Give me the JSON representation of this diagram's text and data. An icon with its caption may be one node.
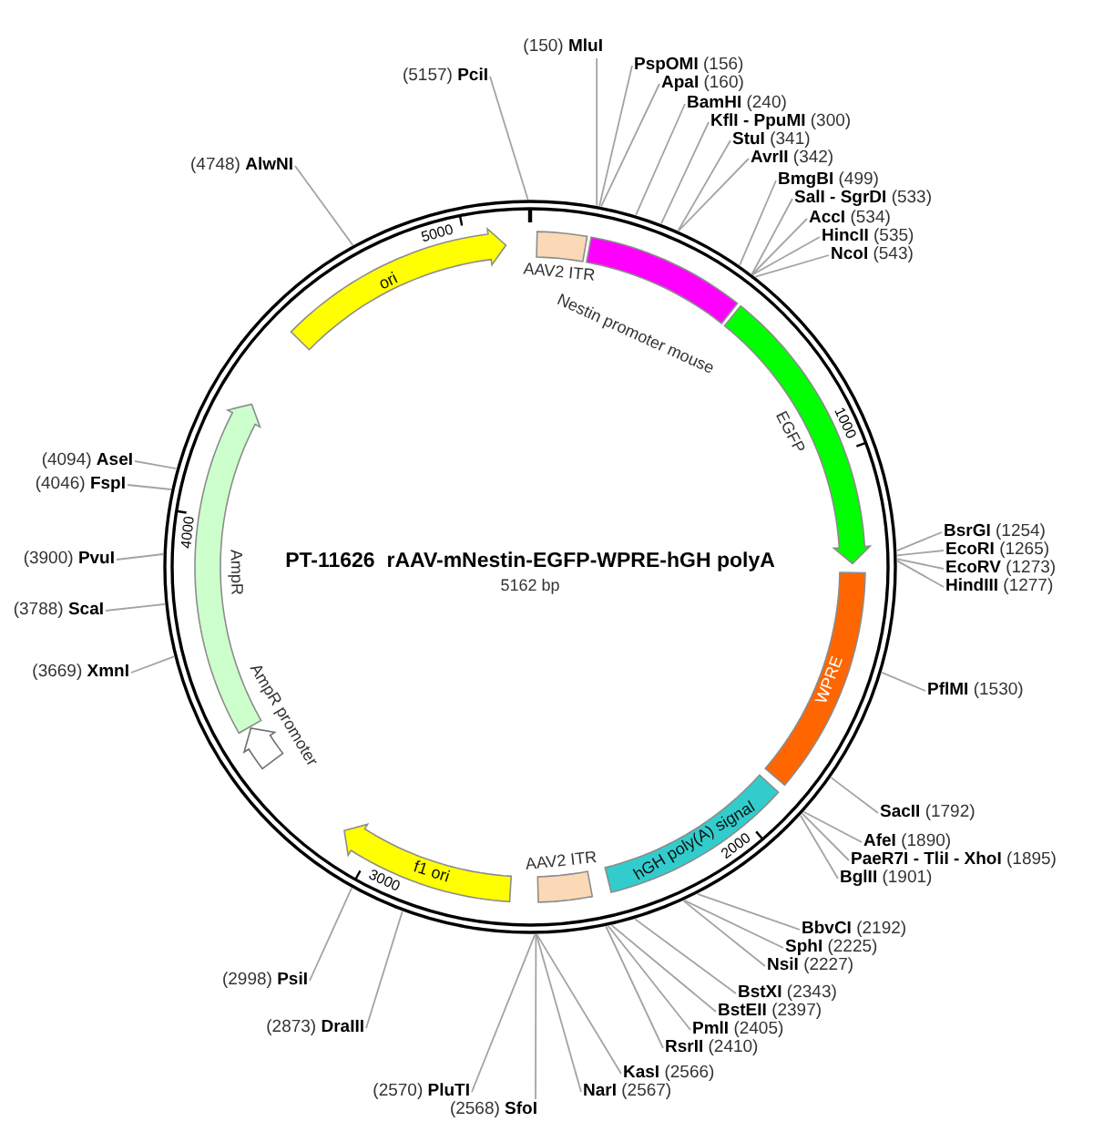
{
  "diagram": {
    "title": "PT-11626  rAAV-mNestin-EGFP-WPRE-hGH polyA",
    "nodes": [
      {
        "text": [
          "AAV2 ITR"
        ]
      },
      {
        "text": [
          "Nestin promoter mouse"
        ]
      },
      {
        "text": [
          "EGFP"
        ]
      },
      {
        "text": [
          "WPRE"
        ]
      },
      {
        "text": [
          "hGH poly(A) signal"
        ]
      },
      {
        "text": [
          "AAV2 ITR"
        ]
      },
      {
        "text": [
          "f1 ori"
        ]
      },
      {
        "text": [
          "AmpR promoter"
        ]
      },
      {
        "text": [
          "AmpR"
        ]
      },
      {
        "text": [
          "ori"
        ]
      },
      {
        "text": [
          "(150) **MluI**"
        ]
      },
      {
        "text": [
          "**PspOMI** (156)"
        ]
      },
      {
        "text": [
          "**ApaI** (160)"
        ]
      },
      {
        "text": [
          "**BamHI** (240)"
        ]
      },
      {
        "text": [
          "**KflI - PpuMI** (300)"
        ]
      },
      {
        "text": [
          "**StuI** (341)"
        ]
      },
      {
        "text": [
          "**AvrII** (342)"
        ]
      },
      {
        "text": [
          "**BmgBI** (499)"
        ]
      },
      {
        "text": [
          "**SalI - SgrDI** (533)"
        ]
      },
      {
        "text": [
          "**AccI** (534)"
        ]
      },
      {
        "text": [
          "**HincII** (535)"
        ]
      },
      {
        "text": [
          "**NcoI** (543)"
        ]
      },
      {
        "text": [
          "**BsrGI** (1254)"
        ]
      },
      {
        "text": [
          "**EcoRI** (1265)"
        ]
      },
      {
        "text": [
          "**EcoRV** (1273)"
        ]
      },
      {
        "text": [
          "**HindIII** (1277)"
        ]
      },
      {
        "text": [
          "**PflMI** (1530)"
        ]
      },
      {
        "text": [
          "**SacII** (1792)"
        ]
      },
      {
        "text": [
          "**AfeI** (1890)"
        ]
      },
      {
        "text": [
          "**PaeR7I - TliI - XhoI** (1895)"
        ]
      },
      {
        "text": [
          "**BglII** (1901)"
        ]
      },
      {
        "text": [
          "**BbvCI** (2192)"
        ]
      },
      {
        "text": [
          "**SphI** (2225)"
        ]
      },
      {
        "text": [
          "**NsiI** (2227)"
        ]
      },
      {
        "text": [
          "**BstXI** (2343)"
        ]
      },
      {
        "text": [
          "**BstEII** (2397)"
        ]
      },
      {
        "text": [
          "**PmlI** (2405)"
        ]
      },
      {
        "text": [
          "**RsrII** (2410)"
        ]
      },
      {
        "text": [
          "**KasI** (2566)"
        ]
      },
      {
        "text": [
          "**NarI** (2567)"
        ]
      },
      {
        "text": [
          "(2568) **SfoI**"
        ]
      },
      {
        "text": [
          "(2570) **PluTI**"
        ]
      },
      {
        "text": [
          "(2873) **DraIII**"
        ]
      },
      {
        "text": [
          "(2998) **PsiI**"
        ]
      },
      {
        "text": [
          "(3669) **XmnI**"
        ]
      },
      {
        "text": [
          "(3788) **ScaI**"
        ]
      },
      {
        "text": [
          "(3900) **PvuI**"
        ]
      },
      {
        "text": [
          "(4046) **FspI**"
        ]
      },
      {
        "text": [
          "(4094) **AseI**"
        ]
      },
      {
        "text": [
          "(4748) **AlwNI**"
        ]
      },
      {
        "text": [
          "(5157) **PciI**"
        ]
      }
    ],
    "edges": [
      {
        "from": 10,
        "to": null,
        "arrow": "none"
      },
      {
        "from": 11,
        "to": null,
        "arrow": "none"
      },
      {
        "from": 12,
        "to": null,
        "arrow": "none"
      },
      {
        "from": 13,
        "to": null,
        "arrow": "none"
      },
      {
        "from": 14,
        "to": null,
        "arrow": "none"
      },
      {
        "from": 15,
        "to": null,
        "arrow": "none"
      },
      {
        "from": 16,
        "to": null,
        "arrow": "none"
      },
      {
        "from": 17,
        "to": null,
        "arrow": "none"
      },
      {
        "from": 18,
        "to": null,
        "arrow": "none"
      },
      {
        "from": 19,
        "to": null,
        "arrow": "none"
      },
      {
        "from": 20,
        "to": null,
        "arrow": "none"
      },
      {
        "from": 21,
        "to": null,
        "arrow": "none"
      },
      {
        "from": 22,
        "to": null,
        "arrow": "none"
      },
      {
        "from": 23,
        "to": null,
        "arrow": "none"
      },
      {
        "from": 24,
        "to": null,
        "arrow": "none"
      },
      {
        "from": 25,
        "to": null,
        "arrow": "none"
      },
      {
        "from": 26,
        "to": null,
        "arrow": "none"
      },
      {
        "from": 27,
        "to": null,
        "arrow": "none"
      },
      {
        "from": 28,
        "to": null,
        "arrow": "none"
      },
      {
        "from": 29,
        "to": null,
        "arrow": "none"
      },
      {
        "from": 30,
        "to": null,
        "arrow": "none"
      },
      {
        "from": 31,
        "to": null,
        "arrow": "none"
      },
      {
        "from": 32,
        "to": null,
        "arrow": "none"
      },
      {
        "from": 33,
        "to": null,
        "arrow": "none"
      },
      {
        "from": 34,
        "to": null,
        "arrow": "none"
      },
      {
        "from": 35,
        "to": null,
        "arrow": "none"
      },
      {
        "from": 36,
        "to": null,
        "arrow": "none"
      },
      {
        "from": 37,
        "to": null,
        "arrow": "none"
      },
      {
        "from": 38,
        "to": null,
        "arrow": "none"
      },
      {
        "from": 39,
        "to": null,
        "arrow": "none"
      },
      {
        "from": 40,
        "to": null,
        "arrow": "none"
      },
      {
        "from": 41,
        "to": null,
        "arrow": "none"
      },
      {
        "from": 42,
        "to": null,
        "arrow": "none"
      },
      {
        "from": 43,
        "to": null,
        "arrow": "none"
      },
      {
        "from": 44,
        "to": null,
        "arrow": "none"
      },
      {
        "from": 45,
        "to": null,
        "arrow": "none"
      },
      {
        "from": 46,
        "to": null,
        "arrow": "none"
      },
      {
        "from": 47,
        "to": null,
        "arrow": "none"
      },
      {
        "from": 48,
        "to": null,
        "arrow": "none"
      },
      {
        "from": 49,
        "to": null,
        "arrow": "none"
      },
      {
        "from": 50,
        "to": null,
        "arrow": "none"
      }
    ],
    "labels": [
      "5000",
      "1000",
      "4000",
      "5162 bp",
      "2000",
      "3000"
    ]
  }
}
